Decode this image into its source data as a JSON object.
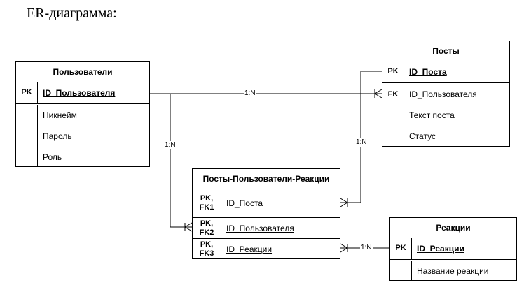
{
  "heading": "ER-диаграмма:",
  "entities": {
    "users": {
      "title": "Пользователи",
      "pk_key": "PK",
      "pk_field": "ID_Пользователя",
      "attributes": [
        "Никнейм",
        "Пароль",
        "Роль"
      ]
    },
    "posts": {
      "title": "Посты",
      "pk_key": "PK",
      "pk_field": "ID_Поста",
      "fk_key": "FK",
      "fk_field": "ID_Пользователя",
      "attributes": [
        "Текст поста",
        "Статус"
      ]
    },
    "post_user_reactions": {
      "title": "Посты-Пользователи-Реакции",
      "rows": [
        {
          "key": "PK,\nFK1",
          "field": "ID_Поста"
        },
        {
          "key": "PK,\nFK2",
          "field": "ID_Пользователя"
        },
        {
          "key": "PK,\nFK3",
          "field": "ID_Реакции"
        }
      ]
    },
    "reactions": {
      "title": "Реакции",
      "pk_key": "PK",
      "pk_field": "ID_Реакции",
      "attributes": [
        "Название реакции"
      ]
    }
  },
  "relationships": [
    {
      "from": "Пользователи",
      "to": "Посты",
      "label": "1:N"
    },
    {
      "from": "Пользователи",
      "to": "Посты-Пользователи-Реакции",
      "label": "1:N"
    },
    {
      "from": "Посты",
      "to": "Посты-Пользователи-Реакции",
      "label": "1:N"
    },
    {
      "from": "Реакции",
      "to": "Посты-Пользователи-Реакции",
      "label": "1:N"
    }
  ]
}
